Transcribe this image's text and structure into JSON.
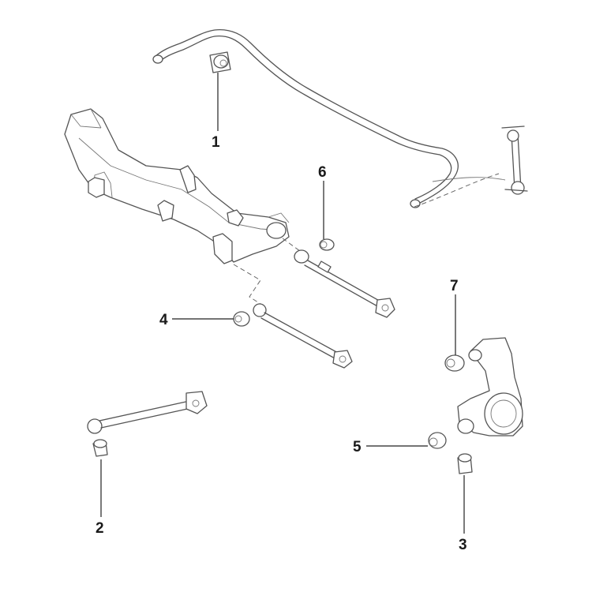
{
  "callouts": [
    {
      "id": "c1",
      "label": "1"
    },
    {
      "id": "c2",
      "label": "2"
    },
    {
      "id": "c3",
      "label": "3"
    },
    {
      "id": "c4",
      "label": "4"
    },
    {
      "id": "c5",
      "label": "5"
    },
    {
      "id": "c6",
      "label": "6"
    },
    {
      "id": "c7",
      "label": "7"
    }
  ],
  "colors": {
    "line": "#555555",
    "text": "#1a1a1a",
    "background": "#ffffff"
  }
}
